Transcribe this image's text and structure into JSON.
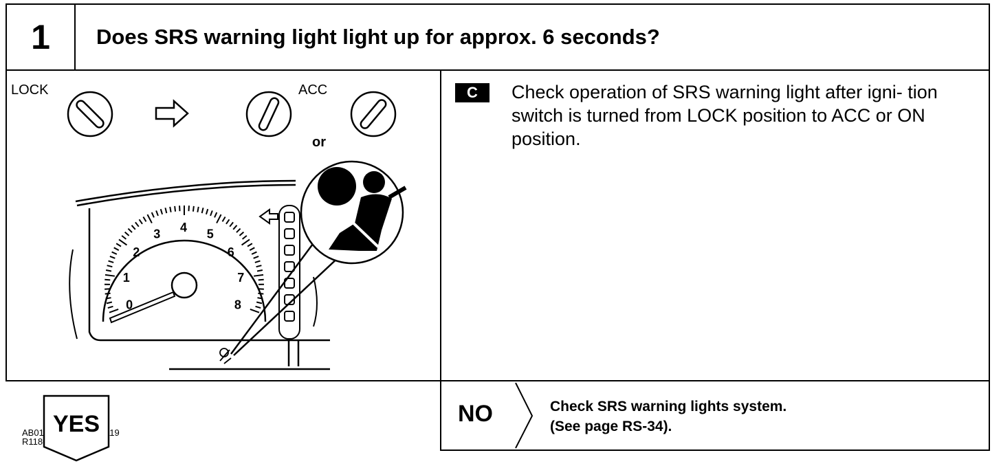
{
  "step": {
    "number": "1",
    "question": "Does SRS warning light light up for approx. 6 seconds?"
  },
  "illustration": {
    "labels": {
      "lock": "LOCK",
      "acc": "ACC",
      "or": "or"
    },
    "tach_numbers": [
      "0",
      "1",
      "2",
      "3",
      "4",
      "5",
      "6",
      "7",
      "8"
    ],
    "ref_codes": [
      "AB0117 AB0118 AB0119",
      "R11800"
    ]
  },
  "instruction": {
    "badge": "C",
    "text": "Check operation of SRS warning light after igni- tion switch is turned from LOCK position to ACC or ON position."
  },
  "no_branch": {
    "label": "NO",
    "lines": [
      "Check SRS warning lights system.",
      "(See page RS-34)."
    ]
  },
  "yes_branch": {
    "label": "YES"
  }
}
